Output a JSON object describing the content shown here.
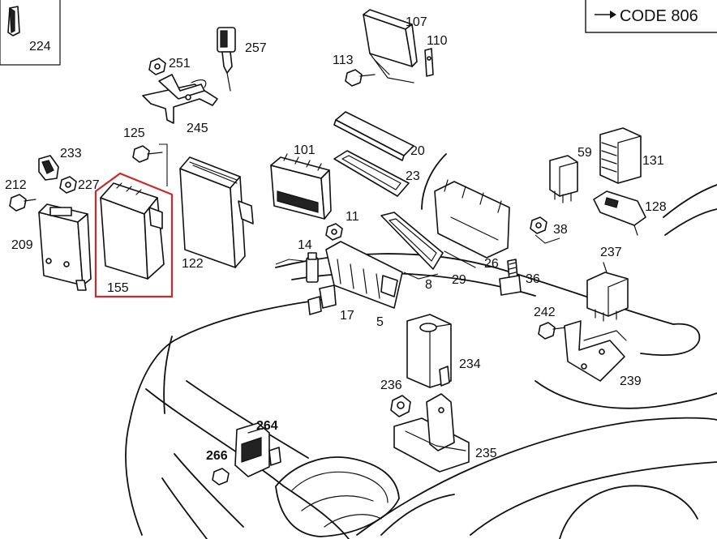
{
  "code_box": {
    "text": "CODE 806",
    "arrow_icon": "right-arrow-icon"
  },
  "highlight": {
    "part": "155",
    "color": "#cc2a2a"
  },
  "part_labels": {
    "p224": "224",
    "p251": "251",
    "p257": "257",
    "p245": "245",
    "p107": "107",
    "p110": "110",
    "p113": "113",
    "p125": "125",
    "p233": "233",
    "p212": "212",
    "p227": "227",
    "p209": "209",
    "p155": "155",
    "p122": "122",
    "p101": "101",
    "p20": "20",
    "p23": "23",
    "p11": "11",
    "p14": "14",
    "p17": "17",
    "p5": "5",
    "p8": "8",
    "p29": "29",
    "p26": "26",
    "p36": "36",
    "p59": "59",
    "p131": "131",
    "p128": "128",
    "p38": "38",
    "p237": "237",
    "p242": "242",
    "p239": "239",
    "p234": "234",
    "p236": "236",
    "p235": "235",
    "p264": "264",
    "p266": "266"
  }
}
